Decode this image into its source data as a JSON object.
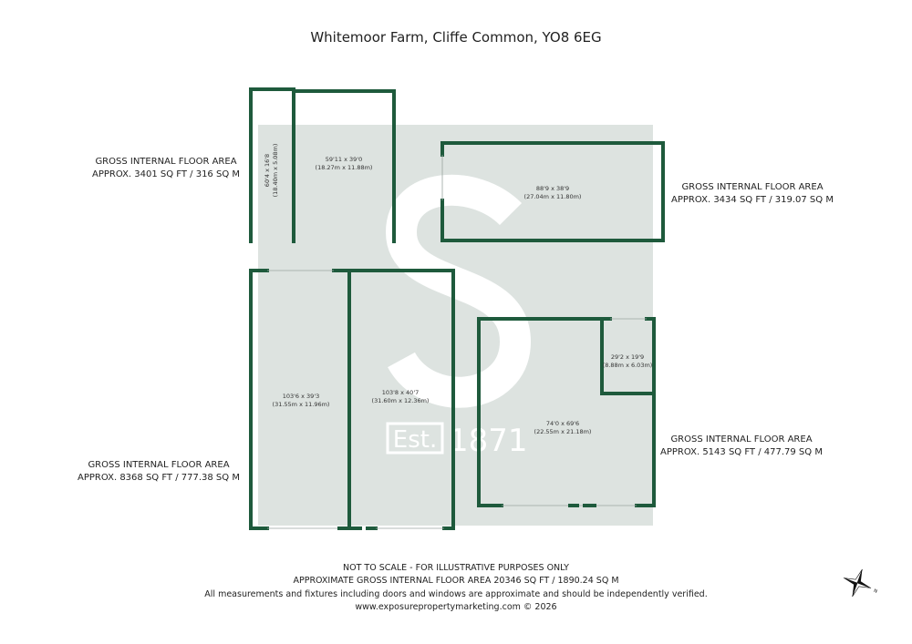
{
  "title": "Whitemoor Farm, Cliffe Common, YO8 6EG",
  "colors": {
    "wall": "#1e5a3c",
    "watermark_bg": "#dde3e0"
  },
  "watermark": {
    "est_label": "Est.",
    "year": "1871",
    "letter": "S"
  },
  "areas": [
    {
      "label": "GROSS INTERNAL FLOOR AREA",
      "value": "APPROX. 3401 SQ FT / 316 SQ M"
    },
    {
      "label": "GROSS INTERNAL FLOOR AREA",
      "value": "APPROX. 3434 SQ FT / 319.07 SQ M"
    },
    {
      "label": "GROSS INTERNAL FLOOR AREA",
      "value": "APPROX. 8368 SQ FT / 777.38 SQ M"
    },
    {
      "label": "GROSS INTERNAL FLOOR AREA",
      "value": "APPROX. 5143 SQ FT / 477.79 SQ M"
    }
  ],
  "rooms": [
    {
      "imperial": "60'4 x 16'8",
      "metric": "(18.40m x 5.08m)"
    },
    {
      "imperial": "59'11 x 39'0",
      "metric": "(18.27m x 11.88m)"
    },
    {
      "imperial": "88'9 x 38'9",
      "metric": "(27.04m x 11.80m)"
    },
    {
      "imperial": "103'6 x 39'3",
      "metric": "(31.55m x 11.96m)"
    },
    {
      "imperial": "103'8 x 40'7",
      "metric": "(31.60m x 12.36m)"
    },
    {
      "imperial": "29'2 x 19'9",
      "metric": "(8.88m x 6.03m)"
    },
    {
      "imperial": "74'0 x 69'6",
      "metric": "(22.55m x 21.18m)"
    }
  ],
  "footer": [
    "NOT TO SCALE - FOR ILLUSTRATIVE PURPOSES ONLY",
    "APPROXIMATE GROSS INTERNAL FLOOR AREA 20346 SQ FT / 1890.24 SQ M",
    "All measurements and fixtures including doors and windows are approximate and should be independently verified.",
    "www.exposurepropertymarketing.com © 2026"
  ],
  "compass": {
    "north_label": "N"
  }
}
